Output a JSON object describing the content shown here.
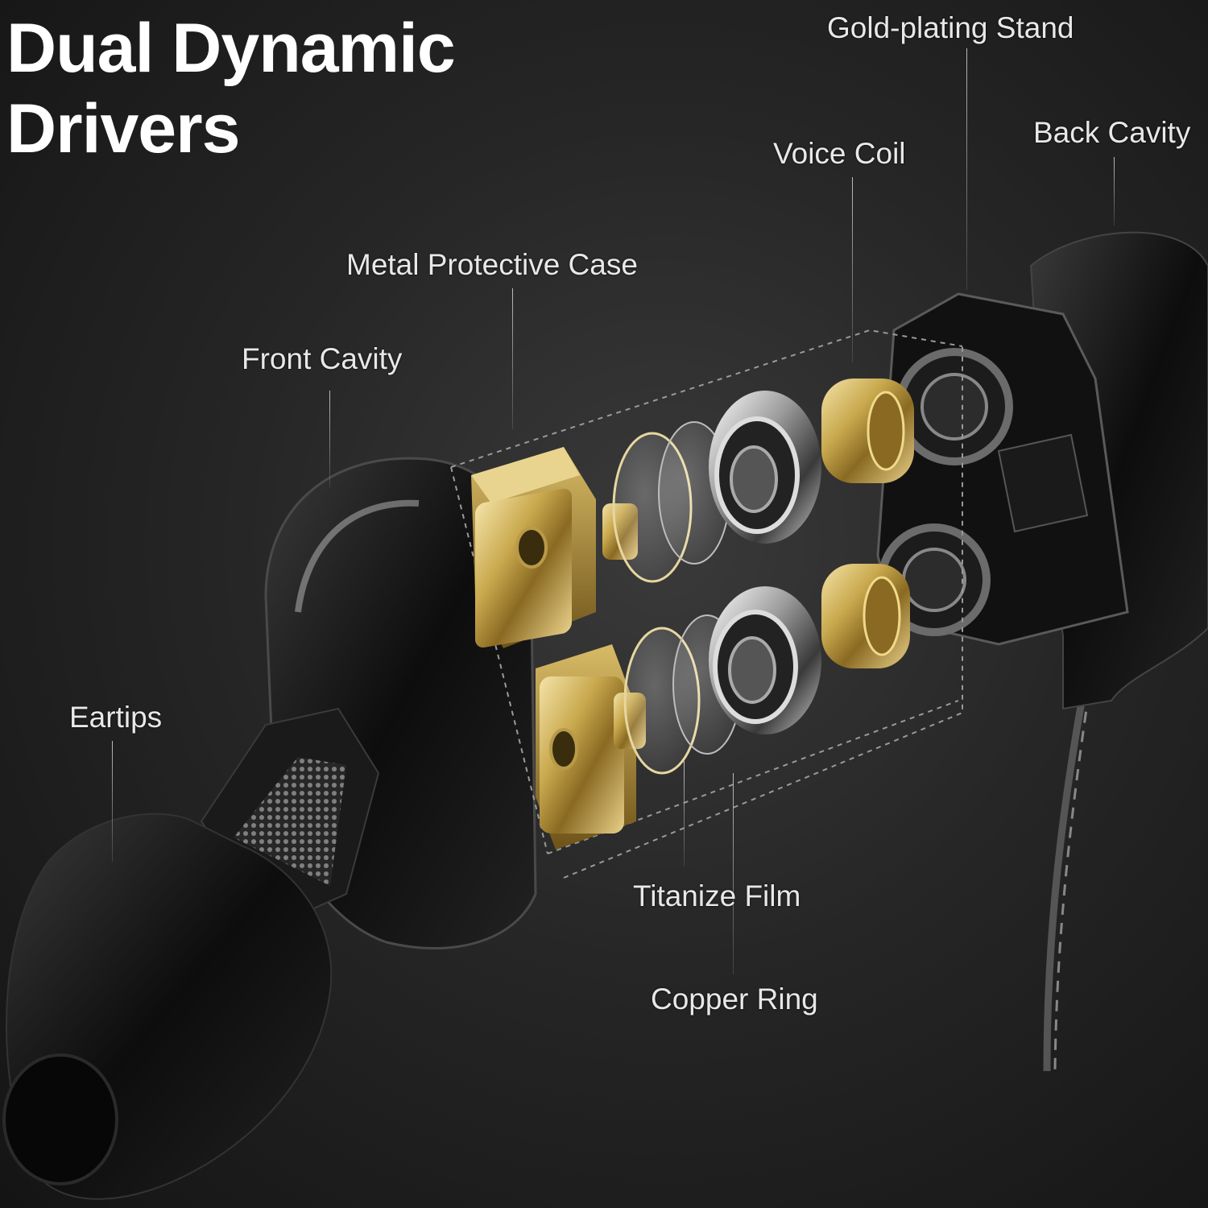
{
  "title": {
    "line1": "Dual Dynamic",
    "line2": "Drivers"
  },
  "callouts": {
    "gold_plating_stand": "Gold-plating Stand",
    "back_cavity": "Back Cavity",
    "voice_coil": "Voice Coil",
    "metal_protective_case": "Metal Protective Case",
    "front_cavity": "Front  Cavity",
    "eartips": "Eartips",
    "titanize_film": "Titanize Film",
    "copper_ring": "Copper Ring"
  },
  "colors": {
    "background": "#262626",
    "gold": "#c9a94e",
    "silver": "#c8c8c8",
    "shell": "#0c0c0c"
  }
}
